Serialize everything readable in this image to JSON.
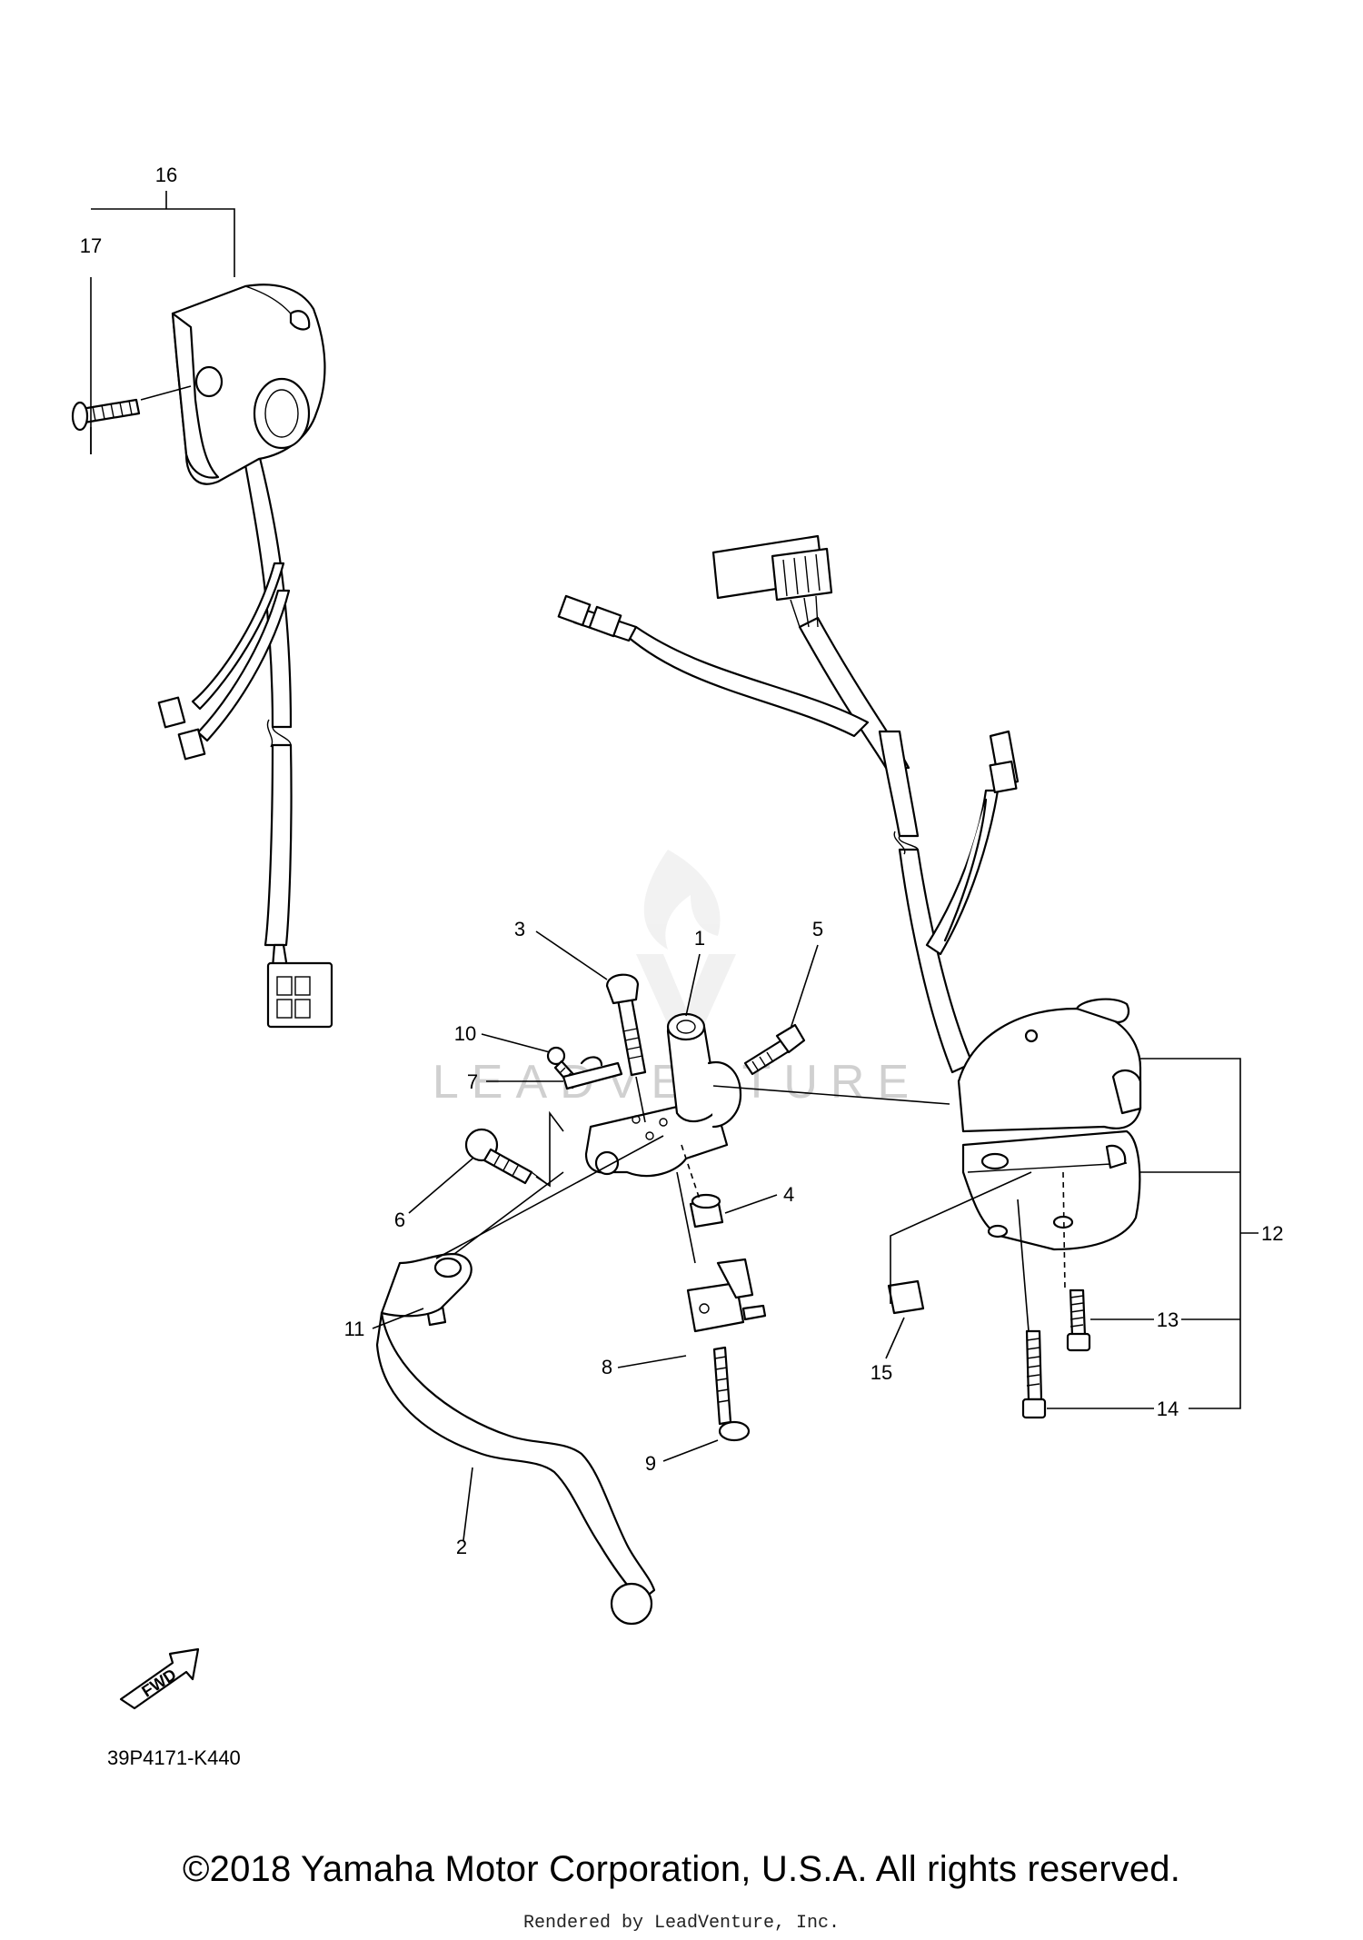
{
  "callouts": [
    "1",
    "2",
    "3",
    "4",
    "5",
    "6",
    "7",
    "8",
    "9",
    "10",
    "11",
    "12",
    "13",
    "14",
    "15",
    "16",
    "17"
  ],
  "watermark": {
    "text": "LEADVENTURE",
    "logo": "leadventure-flame-v-logo"
  },
  "fwd_label": "FWD",
  "diagram_code": "39P4171-K440",
  "copyright": "©2018 Yamaha Motor Corporation, U.S.A. All rights reserved.",
  "rendered_by": "Rendered by LeadVenture, Inc."
}
